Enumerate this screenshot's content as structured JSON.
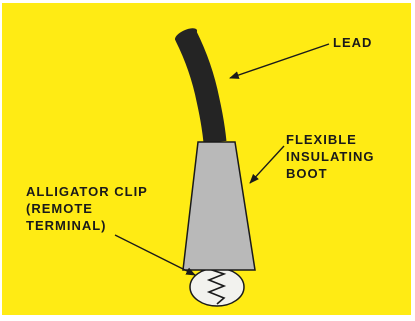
{
  "colors": {
    "background": "#ffeb14",
    "lead": "#242424",
    "boot": "#b9b9b9",
    "clip_body": "#f2f2ee",
    "outline": "#1a1a1a",
    "text": "#1a1a1a"
  },
  "labels": {
    "lead": "LEAD",
    "boot_line1": "FLEXIBLE",
    "boot_line2": "INSULATING",
    "boot_line3": "BOOT",
    "clip_line1": "ALLIGATOR CLIP",
    "clip_line2": "(REMOTE",
    "clip_line3": "TERMINAL)"
  },
  "icons": {
    "lead": "black-insulated-wire",
    "boot": "tapered-gray-boot",
    "clip": "alligator-clip-jaws-zigzag",
    "arrows": "leader-arrow"
  }
}
